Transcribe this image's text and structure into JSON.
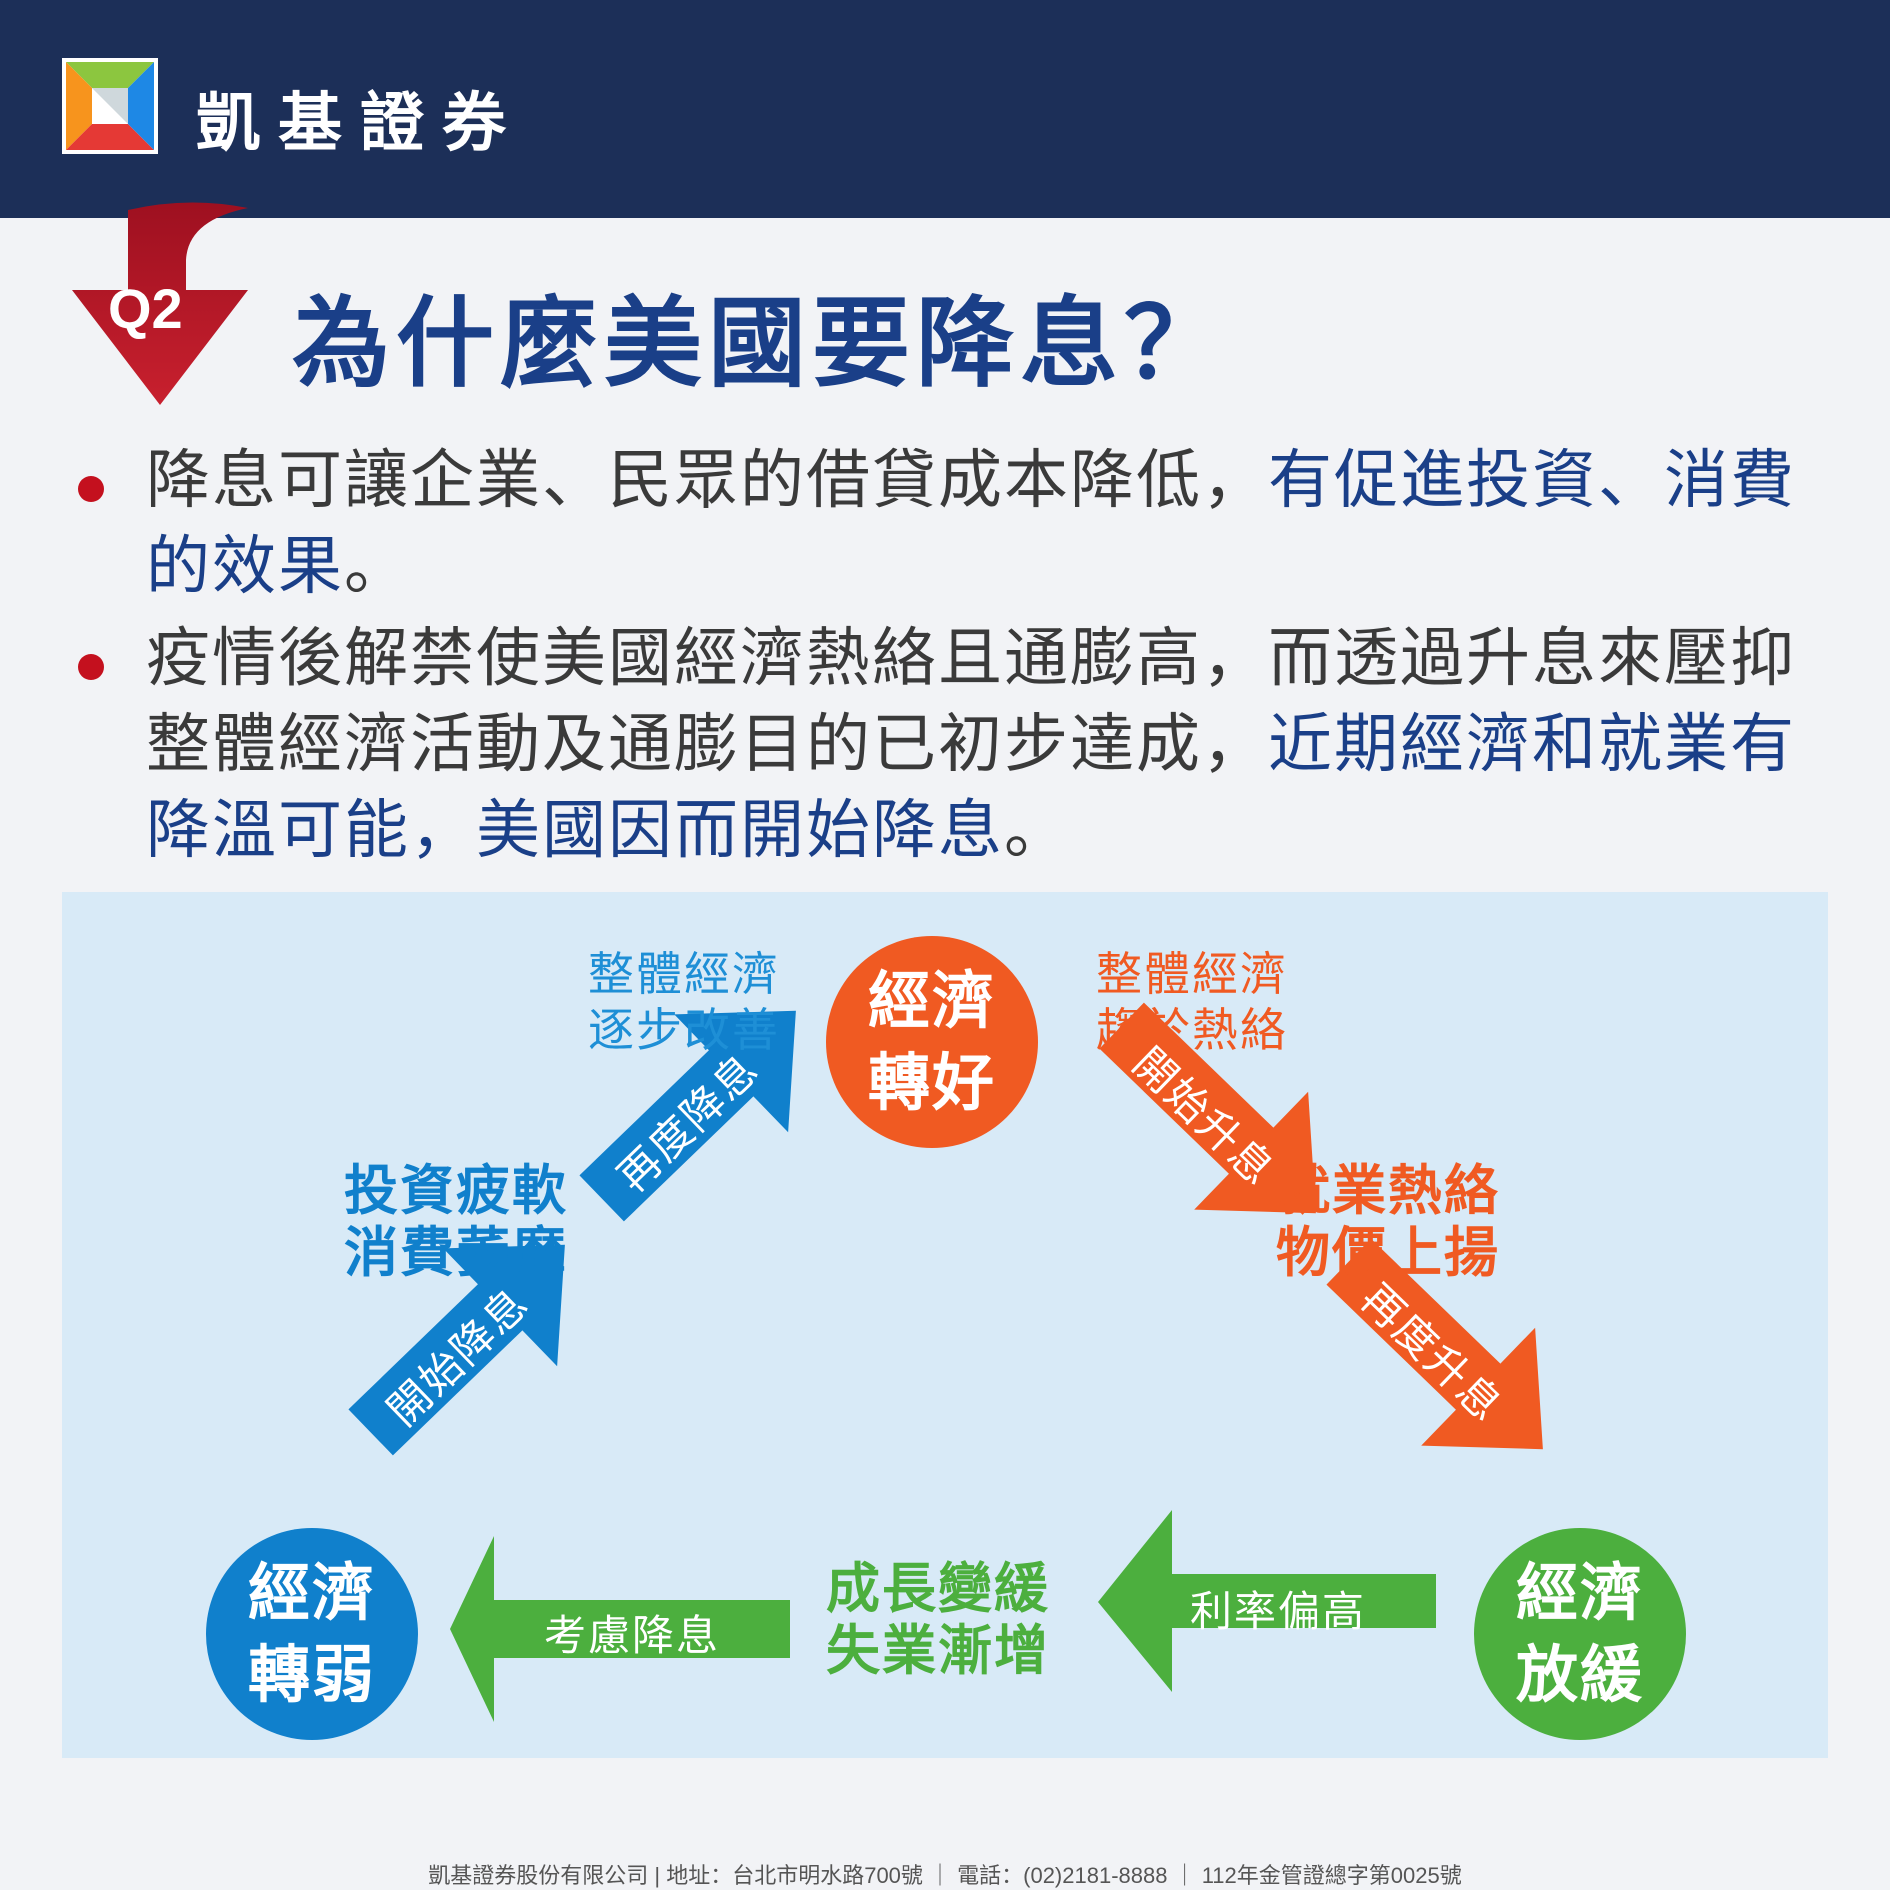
{
  "header": {
    "brand": "凱基證券"
  },
  "badge": {
    "label": "Q2"
  },
  "title": "為什麼美國要降息？",
  "bullets": [
    {
      "normal": "降息可讓企業、民眾的借貸成本降低，",
      "highlight": "有促進投資、消費的效果",
      "tail": "。"
    },
    {
      "normal": "疫情後解禁使美國經濟熱絡且通膨高，而透過升息來壓抑整體經濟活動及通膨目的已初步達成，",
      "highlight": "近期經濟和就業有降溫可能，美國因而開始降息",
      "tail": "。"
    }
  ],
  "diagram": {
    "nodes": {
      "top": {
        "line1": "經濟",
        "line2": "轉好",
        "color": "#f05a22"
      },
      "right": {
        "line1": "經濟",
        "line2": "放緩",
        "color": "#4caf3e"
      },
      "left": {
        "line1": "經濟",
        "line2": "轉弱",
        "color": "#1080cc"
      }
    },
    "notes": {
      "top_left": {
        "line1": "整體經濟",
        "line2": "逐步改善",
        "color": "#1e8fd6"
      },
      "top_right": {
        "line1": "整體經濟",
        "line2": "趨於熱絡",
        "color": "#f05a22"
      },
      "mid_left": {
        "line1": "投資疲軟",
        "line2": "消費萎靡",
        "color": "#1080cc"
      },
      "mid_right": {
        "line1": "就業熱絡",
        "line2": "物價上揚",
        "color": "#f05a22"
      },
      "bottom": {
        "line1": "成長變緩",
        "line2": "失業漸增",
        "color": "#4caf3e"
      }
    },
    "arrows": {
      "up1": "開始降息",
      "up2": "再度降息",
      "down1": "開始升息",
      "down2": "再度升息",
      "left1": "利率偏高",
      "left2": "考慮降息"
    },
    "colors": {
      "blue": "#1080cc",
      "orange": "#f05a22",
      "green": "#4caf3e"
    }
  },
  "footer": "凱基證券股份有限公司 | 地址：台北市明水路700號 ｜ 電話：(02)2181-8888 ｜ 112年金管證總字第0025號"
}
